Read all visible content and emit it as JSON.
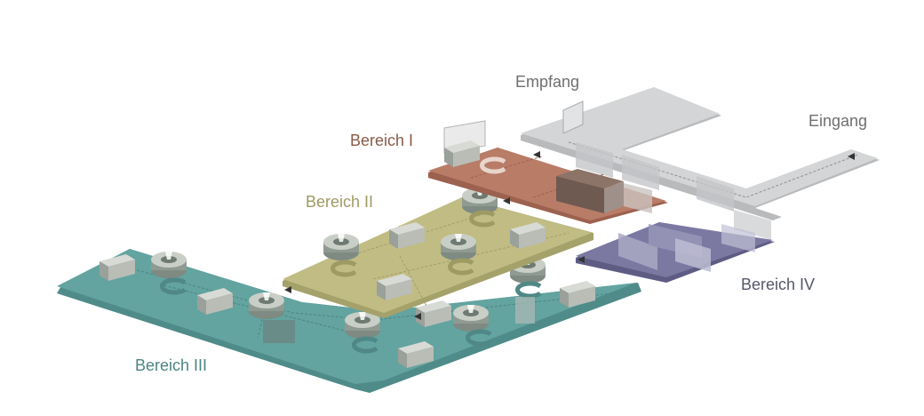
{
  "labels": {
    "empfang": "Empfang",
    "eingang": "Eingang",
    "bereich_1": "Bereich I",
    "bereich_2": "Bereich II",
    "bereich_3": "Bereich III",
    "bereich_4": "Bereich IV"
  },
  "colors": {
    "empfang": "#c9cbcd",
    "bereich_1": "#b77a66",
    "bereich_2": "#bcb780",
    "bereich_3": "#5a9a98",
    "bereich_4": "#77749d",
    "label_empfang": "#6f6f6f",
    "label_bereich_1": "#8a5a48",
    "label_bereich_2": "#9e9a64",
    "label_bereich_3": "#4c8583",
    "label_bereich_4": "#55586a"
  }
}
